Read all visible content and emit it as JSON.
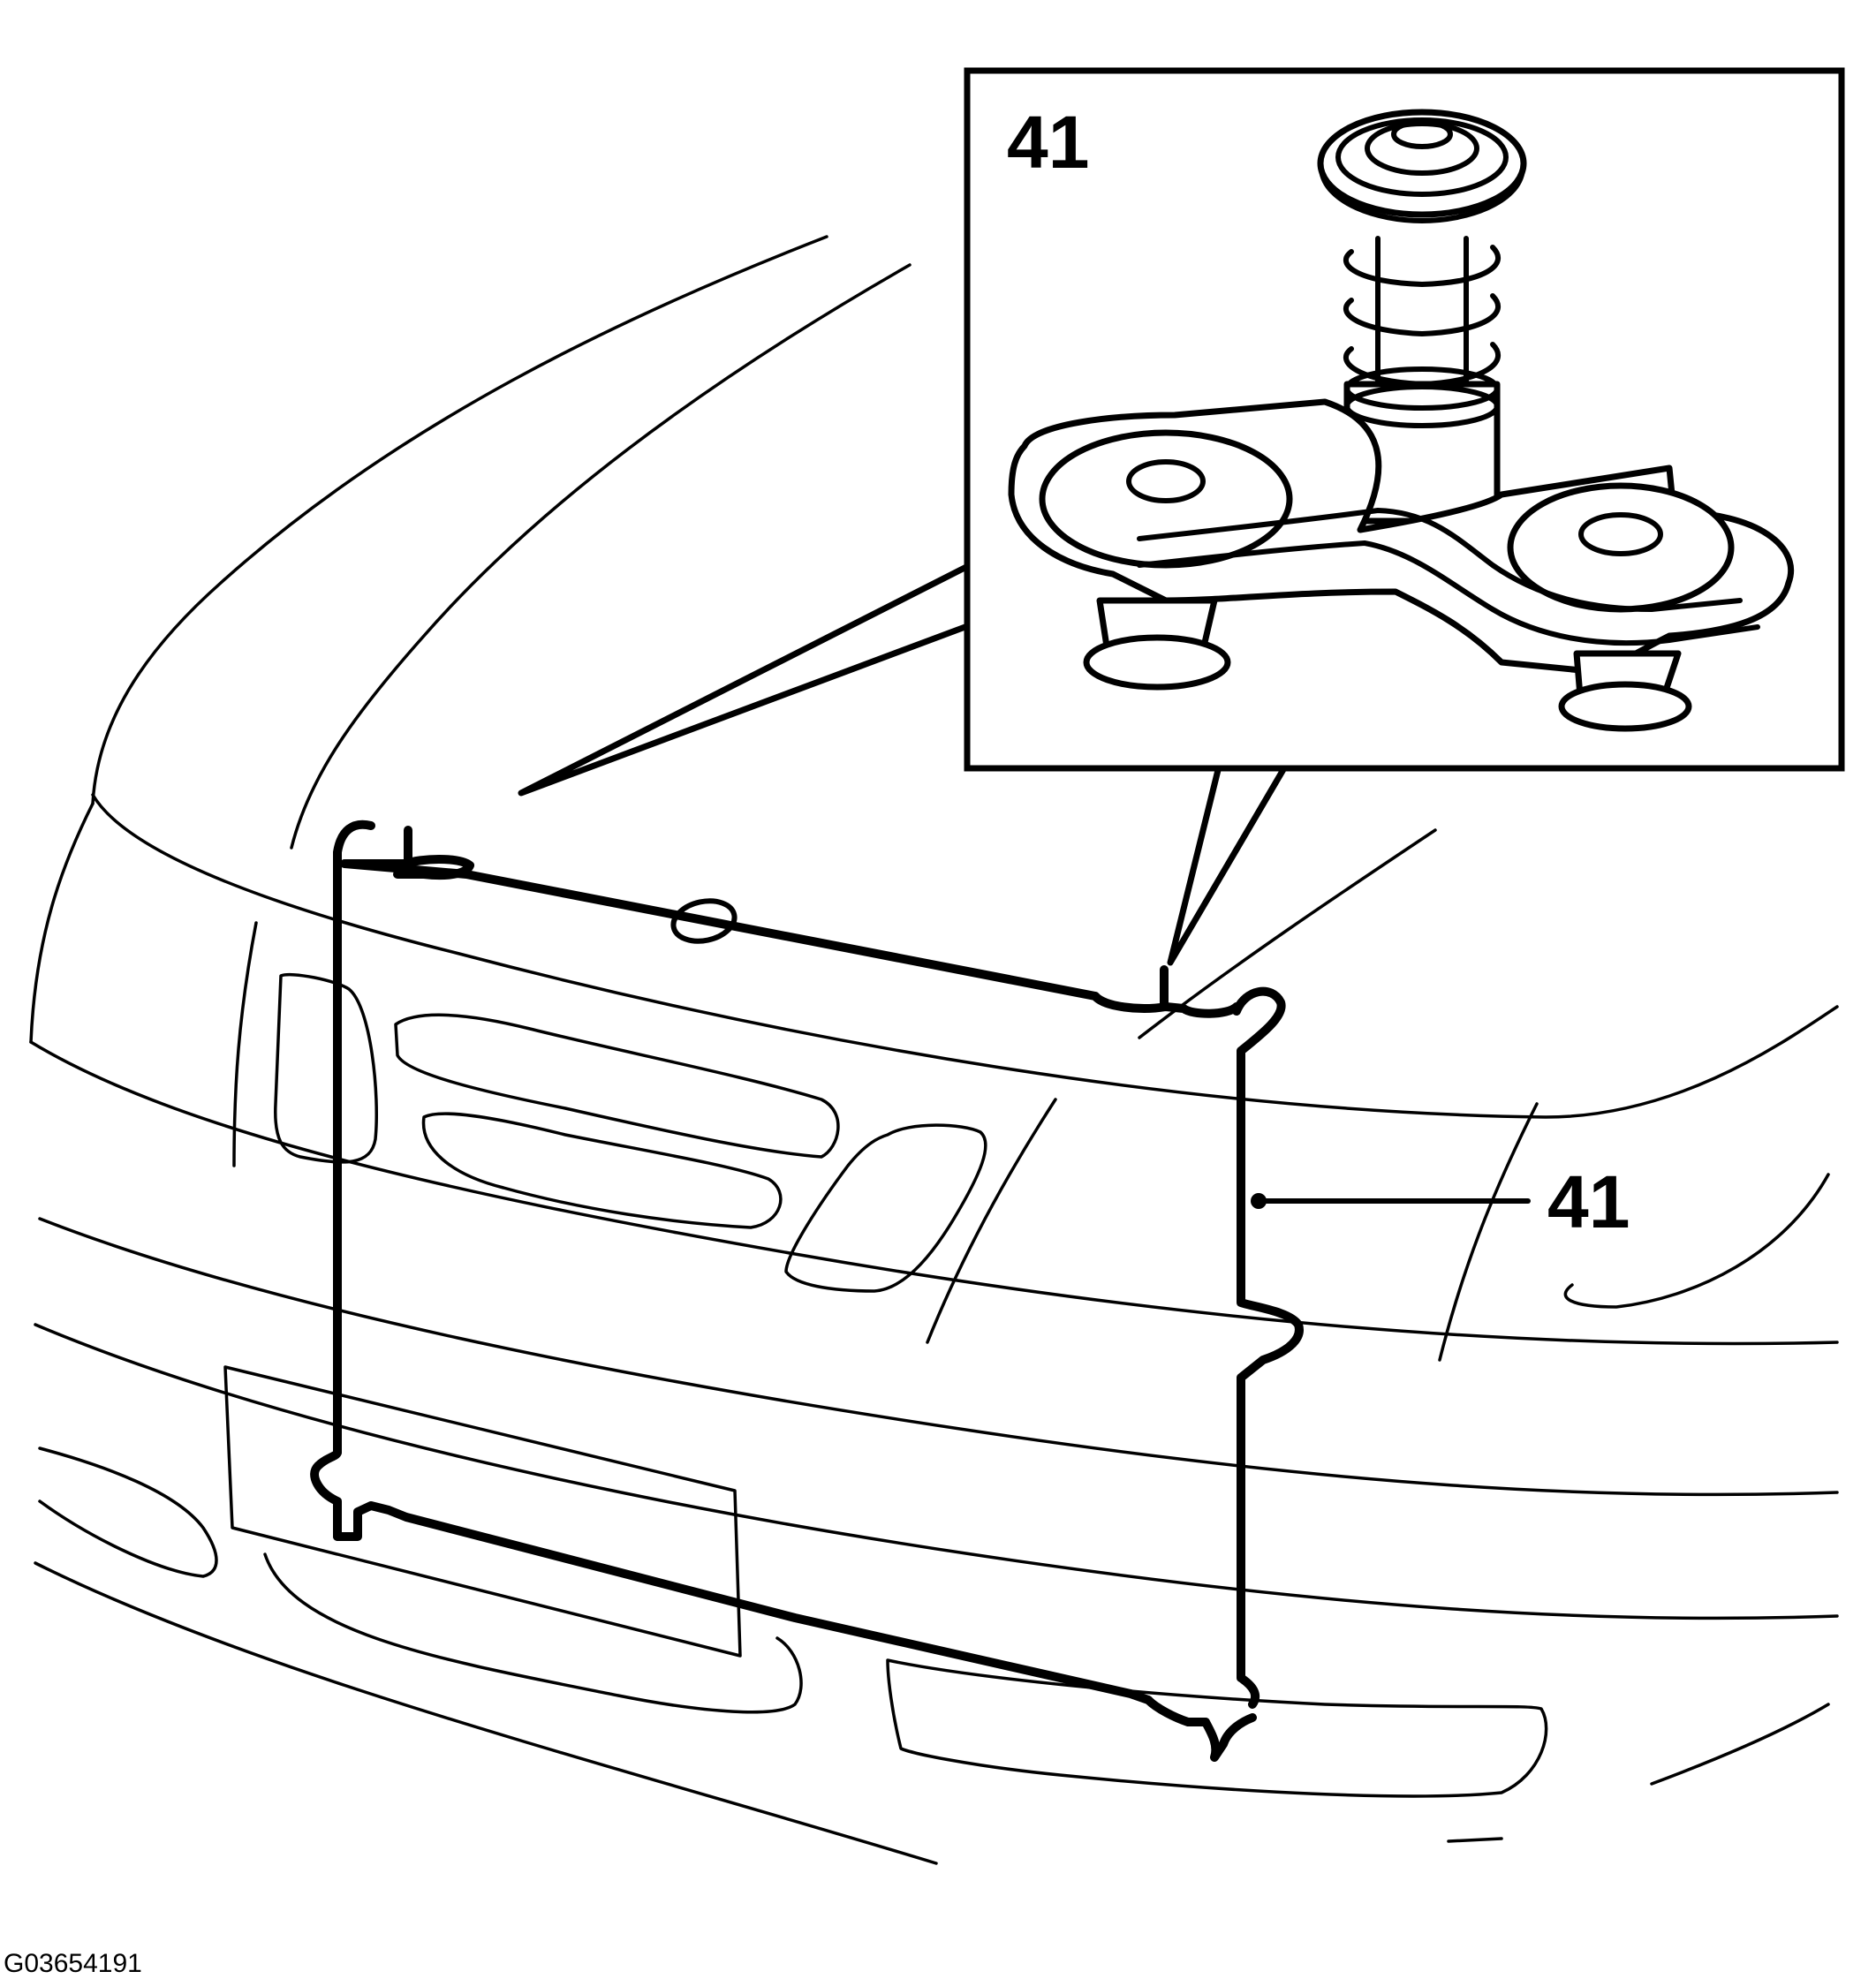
{
  "figure": {
    "inset_label": "41",
    "callout_label": "41",
    "figure_code": "G03654191"
  }
}
